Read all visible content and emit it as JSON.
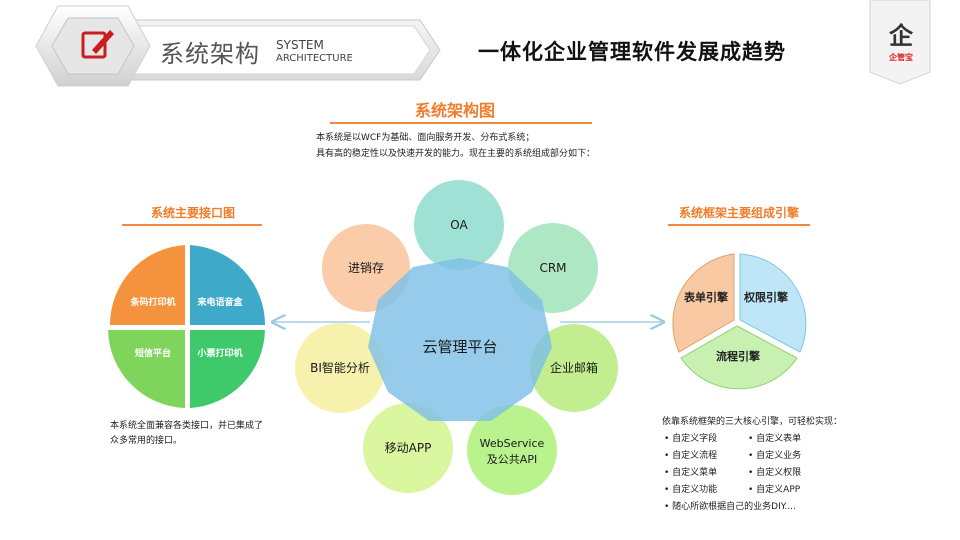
{
  "header": {
    "title": "系统架构",
    "subtitle_en_line1": "SYSTEM",
    "subtitle_en_line2": "ARCHITECTURE",
    "icon": "pen-icon"
  },
  "main_title": "一体化企业管理软件发展成趋势",
  "logo": {
    "char": "企",
    "text": "企管宝"
  },
  "center": {
    "title": "系统架构图",
    "intro_line1": "本系统是以WCF为基础、面向服务开发、分布式系统；",
    "intro_line2": "具有高的稳定性以及快速开发的能力。现在主要的系统组成部分如下：",
    "hub_label": "云管理平台",
    "modules": [
      {
        "label": "OA",
        "color": "#8fdccf"
      },
      {
        "label": "CRM",
        "color": "#9fe3b8"
      },
      {
        "label": "企业邮箱",
        "color": "#b9eb7d"
      },
      {
        "label": "WebService",
        "label2": "及公共API",
        "color": "#aef07a"
      },
      {
        "label": "移动APP",
        "color": "#d4f58e"
      },
      {
        "label": "BI智能分析",
        "color": "#f4f0a0"
      },
      {
        "label": "进销存",
        "color": "#f9c39a"
      }
    ],
    "hub_color": "#7fbfe6"
  },
  "left": {
    "title": "系统主要接口图",
    "quadrants": [
      {
        "label": "条码打印机",
        "color": "#f5923e"
      },
      {
        "label": "来电语音盒",
        "color": "#3fa9c9"
      },
      {
        "label": "短信平台",
        "color": "#7fd55c"
      },
      {
        "label": "小票打印机",
        "color": "#3ec96a"
      }
    ],
    "note_line1": "本系统全面兼容各类接口，并已集成了",
    "note_line2": "众多常用的接口。"
  },
  "right": {
    "title": "系统框架主要组成引擎",
    "engines": [
      {
        "label": "表单引擎",
        "color": "#f8c9a2"
      },
      {
        "label": "权限引擎",
        "color": "#bfe6f7"
      },
      {
        "label": "流程引擎",
        "color": "#c8f0b0"
      }
    ],
    "note_head": "依靠系统框架的三大核心引擎，可轻松实现：",
    "features_left": [
      "自定义字段",
      "自定义流程",
      "自定义菜单",
      "自定义功能"
    ],
    "features_right": [
      "自定义表单",
      "自定义业务",
      "自定义权限",
      "自定义APP"
    ],
    "feature_last": "随心所欲根据自己的业务DIY...."
  }
}
